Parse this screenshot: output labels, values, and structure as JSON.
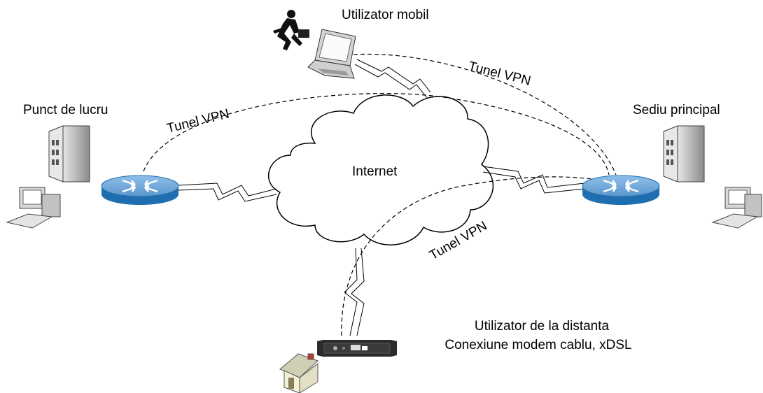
{
  "labels": {
    "mobile_user": "Utilizator mobil",
    "branch": "Punct de lucru",
    "headquarters": "Sediu principal",
    "internet": "Internet",
    "remote_user_line1": "Utilizator de la distanta",
    "remote_user_line2": "Conexiune modem cablu, xDSL"
  },
  "tunnels": {
    "mobile": "Tunel VPN",
    "branch": "Tunel VPN",
    "remote": "Tunel VPN"
  },
  "icons": {
    "router": "router-icon",
    "building": "server-building-icon",
    "pc": "desktop-pc-icon",
    "laptop": "laptop-icon",
    "runner": "running-person-icon",
    "modem": "cable-modem-icon",
    "house": "house-icon",
    "cloud": "internet-cloud-icon"
  },
  "colors": {
    "router_top": "#6fa3d6",
    "router_side": "#1f6fb0",
    "building": "#9c9c9c",
    "house_roof": "#b9b9a0",
    "house_wall": "#f3f0d6"
  }
}
